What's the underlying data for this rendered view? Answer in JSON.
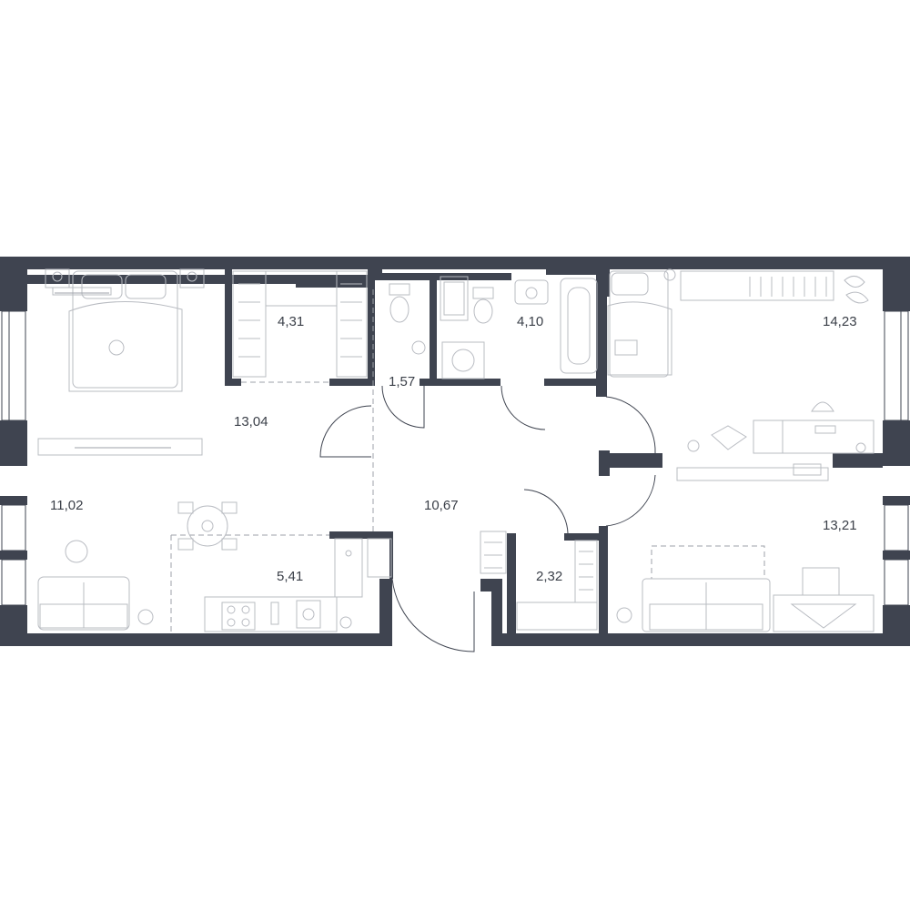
{
  "plan": {
    "rooms": [
      {
        "id": "bedroom-left",
        "area": "13,04"
      },
      {
        "id": "wardrobe",
        "area": "4,31"
      },
      {
        "id": "toilet",
        "area": "1,57"
      },
      {
        "id": "bathroom",
        "area": "4,10"
      },
      {
        "id": "bedroom-right-top",
        "area": "14,23"
      },
      {
        "id": "living-room",
        "area": "11,02"
      },
      {
        "id": "hall",
        "area": "10,67"
      },
      {
        "id": "kitchen",
        "area": "5,41"
      },
      {
        "id": "closet",
        "area": "2,32"
      },
      {
        "id": "bedroom-right-bottom",
        "area": "13,21"
      }
    ],
    "colors": {
      "wall": "#3f4450",
      "furniture": "#b9bcc2",
      "text": "#3a3f48"
    }
  }
}
